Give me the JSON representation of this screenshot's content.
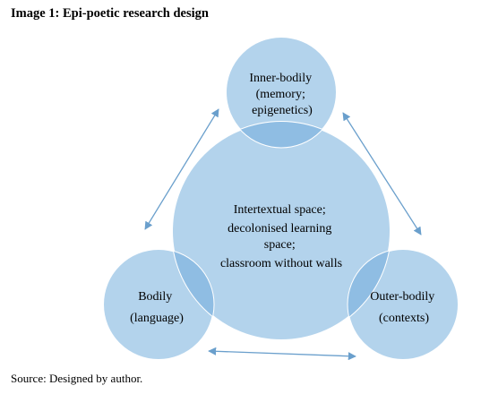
{
  "title": "Image 1: Epi-poetic research design",
  "source": "Source: Designed by author.",
  "colors": {
    "circle_fill": "#b3d3ec",
    "circle_stroke": "#ffffff",
    "overlap_fill": "#8fbde3",
    "arrow": "#6a9fcc"
  },
  "diagram": {
    "center": {
      "lines": [
        "Intertextual space;",
        "decolonised learning",
        "space;",
        "classroom without walls"
      ]
    },
    "inner_bodily": {
      "lines": [
        "Inner-bodily",
        "(memory;",
        "epigenetics)"
      ]
    },
    "bodily": {
      "lines": [
        "Bodily",
        "(language)"
      ]
    },
    "outer_bodily": {
      "lines": [
        "Outer-bodily",
        "(contexts)"
      ]
    }
  }
}
